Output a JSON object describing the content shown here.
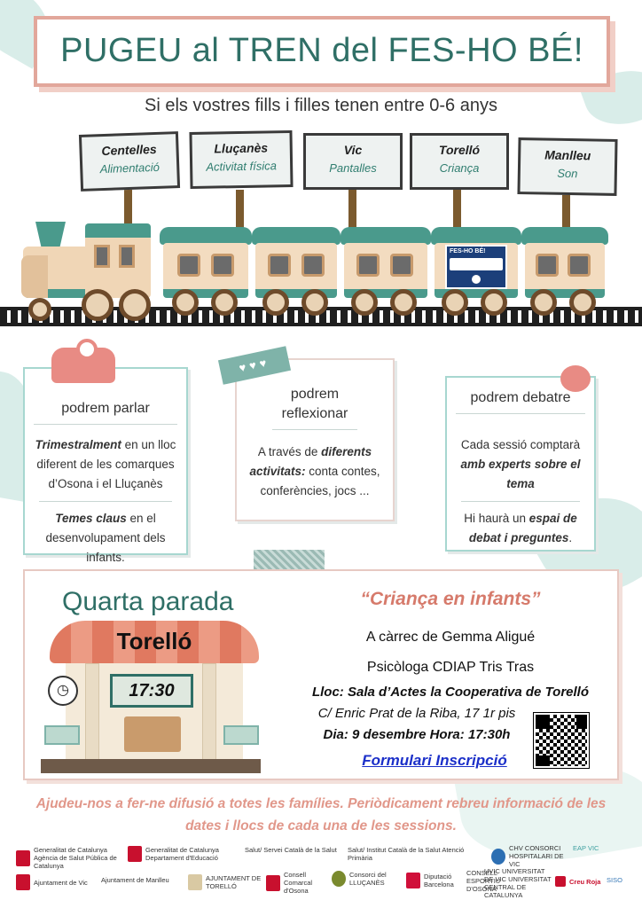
{
  "title": "PUGEU al TREN del FES-HO BÉ!",
  "subtitle": "Si els vostres fills i filles tenen entre 0-6 anys",
  "stops": [
    {
      "town": "Centelles",
      "topic": "Alimentació"
    },
    {
      "town": "Lluçanès",
      "topic": "Activitat física"
    },
    {
      "town": "Vic",
      "topic": "Pantalles"
    },
    {
      "town": "Torelló",
      "topic": "Criança"
    },
    {
      "town": "Manlleu",
      "topic": "Son"
    }
  ],
  "train_panel": "FES-HO BÉ!",
  "cards": {
    "parlar": {
      "heading": "podrem parlar",
      "p1_bold": "Trimestralment",
      "p1_text": " en un lloc diferent de les comarques d’Osona i el Lluçanès",
      "p2_bold": "Temes claus",
      "p2_text": " en el desenvolupament dels infants."
    },
    "reflexionar": {
      "heading": "podrem reflexionar",
      "text_pre": "A través de ",
      "text_bold": "diferents activitats:",
      "text_post": " conta contes, conferències, jocs ..."
    },
    "debatre": {
      "heading": "podrem debatre",
      "p1_text": "Cada sessió comptarà ",
      "p1_bold": "amb experts sobre el tema",
      "p2_text": "Hi haurà un ",
      "p2_bold": "espai de debat i preguntes",
      "p2_end": "."
    }
  },
  "station": {
    "heading": "Quarta parada",
    "name": "Torelló",
    "time": "17:30"
  },
  "session": {
    "title": "“Criança en infants”",
    "speaker": "A càrrec de Gemma Aligué",
    "role": "Psicòloga CDIAP Tris Tras",
    "place_label": "Lloc:",
    "place": "Sala d’Actes la Cooperativa de Torelló",
    "address": "C/ Enric Prat de la Riba, 17 1r pis",
    "date_label": "Dia:",
    "date": "9 desembre",
    "hour_label": "Hora:",
    "hour": "17:30h",
    "form_link": "Formulari Inscripció"
  },
  "footer_note": "Ajudeu-nos a fer-ne difusió a totes les famílies. Periòdicament rebreu informació de les dates i llocs de cada una de les sessions.",
  "logos": [
    "Generalitat de Catalunya Agència de Salut Pública de Catalunya",
    "Generalitat de Catalunya Departament d'Educació",
    "Salut/ Servei Català de la Salut",
    "Salut/ Institut Català de la Salut Atenció Primària",
    "CHV CONSORCI HOSPITALARI DE VIC",
    "EAP VIC",
    "Ajuntament de Vic",
    "Ajuntament de Manlleu",
    "AJUNTAMENT DE TORELLÓ",
    "Consell Comarcal d'Osona",
    "Consorci del LLUÇANÈS",
    "Diputació Barcelona",
    "CONSELL ESPORTIU D'OSONA",
    "UVIC UNIVERSITAT DE VIC UNIVERSITAT CENTRAL DE CATALUNYA",
    "Creu Roja",
    "SISO"
  ],
  "colors": {
    "teal": "#2f6f66",
    "salmon": "#e2a79b",
    "link": "#1b2fc9"
  }
}
